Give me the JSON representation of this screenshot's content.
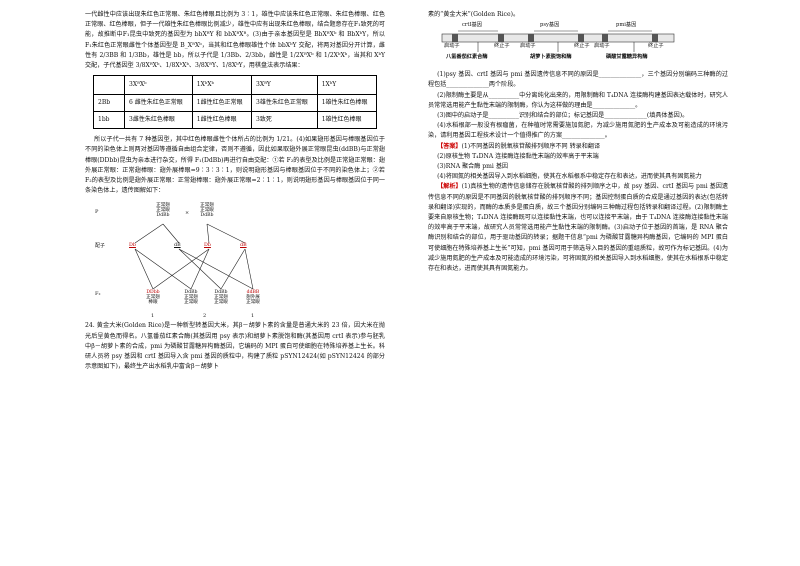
{
  "left": {
    "para1": "一代雌性中应该出现朱红色正常眼、朱红色棒眼且比例为 3∶1，雄性中应该朱红色正常眼、朱红色棒眼、红色正常眼、红色棒眼，但子一代雄性朱红色棒眼比例减少，雄性中应有出现朱红色棒眼，结合题意存在F₁致死的可能，故推断中F₁昆虫中致死的基因型为 bbXᴮY 和 bbXᴮXᴮ。(3)由于亲本基因型是 BbXᴮXᵇ 和 BbXᵇY，所以 F₁朱红色正常眼雌性个体基因型是 B_XᴮXᵇ，当其和红色棒眼雄性个体 bbXᵇY 交配，将两对基因分开计算，雌性有 2/3BB 和 1/3Bb，雄性是 bb，所以子代是 1/3Bb、2/3bb，雌性是 1/2XᴮXᵇ 和 1/2XᵇXᵇ，当其和 XᵇY 交配，子代基因型 3/8XᴮXᵇ、1/8XᵇXᵇ、3/8XᴮY、1/8XᵇY，用棋盘法表示结果：",
    "table": {
      "header": [
        "",
        "3XᴮXᵇ",
        "1XᵇXᵇ",
        "3XᴮY",
        "1XᵇY"
      ],
      "rows": [
        [
          "2Bb",
          "6 雌性朱红色正常眼",
          "1雌性红色正常眼",
          "3雄性朱红色正常眼",
          "1雄性朱红色棒眼"
        ],
        [
          "1bb",
          "3雌性朱红色棒眼",
          "1雌性红色棒眼",
          "3致死",
          "1雄性红色棒眼"
        ]
      ]
    },
    "para2": "所以子代一共有 7 种基因型，其中红色棒眼雌性个体所占的比例为 1/21。(4)如果翅形基因与棒眼基因位于不同的染色体上则两对基因等遵循自由组合定律，否则不遵循，因此如果取翅外展正常眼昆虫(ddBB)与正常翅棒眼(DDbb)昆虫为亲本进行杂交，所得 F₁(DdBb)再进行自由交配：①若 F₂的表型及比例是正常翅正常眼：翅外展正常眼：正常翅棒眼：翅外展棒眼=9∶3∶3∶1，则说明翅形基因与棒眼基因位于不同的染色体上；②若 F₂的表型及比例是翅外展正常眼：正常翅棒眼：翅外展正常眼=2∶1∶1，则说明翅形基因与棒眼基因位于同一条染色体上，遗传图解如下：",
    "cross": {
      "p_label": "P",
      "parent_a": [
        "正常翅",
        "正常眼",
        "DdBb"
      ],
      "parent_b": [
        "正常翅",
        "正常眼",
        "DdBb"
      ],
      "cross_sign": "×",
      "gamete_label": "配子",
      "gametes": [
        "Db",
        "dB",
        "Db",
        "dB"
      ],
      "f2_label": "F₂",
      "offspring": [
        {
          "g": "DDbb",
          "t": [
            "正常翅",
            "棒眼"
          ]
        },
        {
          "g": "DdBb",
          "t": [
            "正常翅",
            "正常眼"
          ]
        },
        {
          "g": "DdBb",
          "t": [
            "正常翅",
            "正常眼"
          ]
        },
        {
          "g": "ddBB",
          "t": [
            "翅外展",
            "正常眼"
          ]
        }
      ],
      "ratios": [
        "1",
        "2",
        "1"
      ]
    },
    "q24": "24. 黄金大米(Golden Rice)是一种新型转基因大米，其β－胡萝卜素的含量是普通大米的 23 倍，因大米在抛光后呈黄色而得名。八氢番茄红素合酶(其基因用 psy 表示)和胡萝卜素脱饱和酶(其基因用 crtI 表示)参与胚乳中β－胡萝卜素的合成，pmi 为磷酸甘露糖异构酶基因，它编码的 MPI 蛋白可使细胞在特殊培养基上生长。科研人员将 psy 基因和 crtI 基因导入含 pmi 基因的质粒中，构建了质粒 pSYN12424(如 pSYN12424 的部分示意图如下)，最终生产出水稻乳中富含β－胡萝卜"
  },
  "right": {
    "intro": "素的“黄金大米”(Golden Rice)。",
    "gmap": {
      "genes": [
        "crtI基因",
        "psy基因",
        "pmi基因"
      ],
      "parts": [
        "启动子",
        "终止子",
        "启动子",
        "终止子",
        "启动子",
        "终止子"
      ],
      "labels_bottom": [
        "八氢番茄红素合酶",
        "胡萝卜素脱饱和酶",
        "磷酸甘露糖异构酶"
      ]
    },
    "q1": "(1)psy 基因、crtI 基因与 pmi 基因遗传信息不同的原因是______________，三个基因分别编码三种酶的过程包括______________两个阶段。",
    "q2": "(2)限制酶主要是从__________中分离纯化出来的，用限制酶和 T₄DNA 连接酶构建基因表达载体时，研究人员常常选用能产生黏性末端的限制酶，你认为这样做的理由是______________。",
    "q3": "(3)图中的启动子是__________识别和结合的部位；标记基因是______________(填具体基因)。",
    "q4": "(4)水稻根部一般没有根瘤菌，在种植时常需要施加氮肥，为减少施用氮肥的生产成本及可能造成的环境污染，请利用基因工程技术设计一个值得推广的方案______________。",
    "answer_tag": "【答案】",
    "answer_lines": [
      "(1)不同基因的脱氧核苷酸排列顺序不同    转录和翻译",
      "(2)原核生物    T₄DNA 连接酶连接黏性末端的效率高于平末端",
      "(3)RNA 聚合酶    pmi 基因",
      "(4)将固氮的相关基因导入到水稻细胞，使其在水稻根系中稳定存在和表达，进而使其具有固氮能力"
    ],
    "analysis_tag": "【解析】",
    "analysis": "(1)真核生物的遗传信息储存在脱氧核苷酸的排列顺序之中，故 psy 基因、crtI 基因与 pmi 基因遗传信息不同的原因是不同基因的脱氧核苷酸的排列顺序不同；基因控制蛋白质的合成是通过基因的表达(包括转录和翻译)实现的，而酶的本质多是蛋白质，故三个基因分别编码三种酶过程包括转录和翻译过程。(2)限制酶主要来自原核生物；T₄DNA 连接酶既可以连接黏性末端，也可以连接平末端，由于 T₄DNA 连接酶连接黏性末端的效率高于平末端，故研究人员常常选用能产生黏性末端的限制酶。(3)启动子位于基因的首端，是 RNA 聚合酶识别和结合的部位，用于驱动基因的转录；据题干信息“pmi 为磷酸甘露糖异构酶基因，它编码的 MPI 蛋白可使细胞在特殊培养基上生长”可知，pmi 基因可用于筛选导入目的基因的重组质粒，故可作为标记基因。(4)为减少施用氮肥的生产成本及可能造成的环境污染，可将固氮的相关基因导入到水稻细胞，使其在水稻根系中稳定存在和表达，进而使其具有固氮能力。"
  }
}
